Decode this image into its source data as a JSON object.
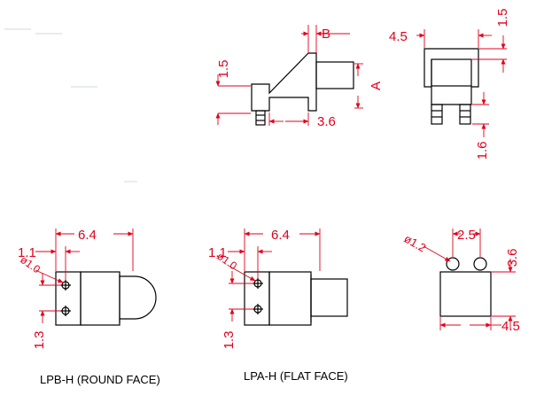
{
  "colors": {
    "outline": "#000000",
    "dimension": "#e0001b",
    "background": "#ffffff"
  },
  "side_view": {
    "dim_height": "1.5",
    "dim_b": "B",
    "dim_a": "A",
    "dim_pin": "3.6"
  },
  "front_view": {
    "dim_width": "4.5",
    "dim_top": "1.5",
    "dim_pin": "1.6"
  },
  "lpb": {
    "dim_length": "6.4",
    "dim_offset": "1.1",
    "dim_hole": "ø1.0",
    "dim_spacing": "1.3",
    "caption": "LPB-H  (ROUND FACE)"
  },
  "lpa": {
    "dim_length": "6.4",
    "dim_offset": "1.1",
    "dim_hole": "ø1.0",
    "dim_spacing": "1.3",
    "caption": "LPA-H  (FLAT FACE)"
  },
  "led_view": {
    "dim_pitch": "2.5",
    "dim_lead": "ø1.2",
    "dim_height": "3.6",
    "dim_width": "4.5"
  }
}
